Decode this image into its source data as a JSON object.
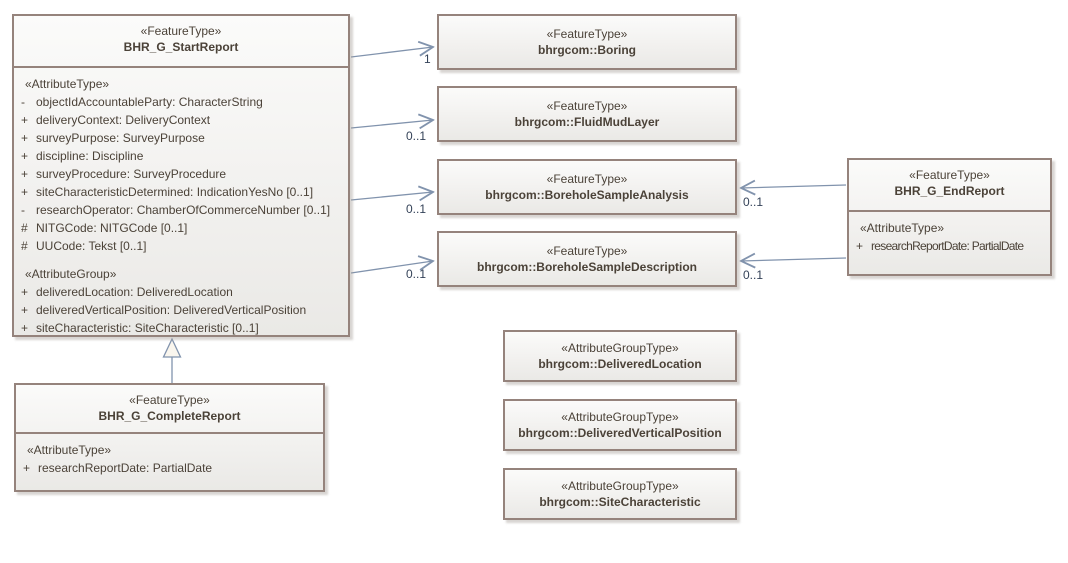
{
  "classes": {
    "start_report": {
      "stereotype": "«FeatureType»",
      "name": "BHR_G_StartReport",
      "attr_label": "«AttributeType»",
      "attributes": [
        {
          "vis": "-",
          "text": "objectIdAccountableParty: CharacterString"
        },
        {
          "vis": "+",
          "text": "deliveryContext: DeliveryContext"
        },
        {
          "vis": "+",
          "text": "surveyPurpose: SurveyPurpose"
        },
        {
          "vis": "+",
          "text": "discipline: Discipline"
        },
        {
          "vis": "+",
          "text": "surveyProcedure: SurveyProcedure"
        },
        {
          "vis": "+",
          "text": "siteCharacteristicDetermined: IndicationYesNo [0..1]"
        },
        {
          "vis": "-",
          "text": "researchOperator: ChamberOfCommerceNumber [0..1]"
        },
        {
          "vis": "#",
          "text": "NITGCode: NITGCode [0..1]"
        },
        {
          "vis": "#",
          "text": "UUCode: Tekst [0..1]"
        }
      ],
      "group_label": "«AttributeGroup»",
      "group_attributes": [
        {
          "vis": "+",
          "text": "deliveredLocation: DeliveredLocation"
        },
        {
          "vis": "+",
          "text": "deliveredVerticalPosition: DeliveredVerticalPosition"
        },
        {
          "vis": "+",
          "text": "siteCharacteristic: SiteCharacteristic [0..1]"
        }
      ]
    },
    "complete_report": {
      "stereotype": "«FeatureType»",
      "name": "BHR_G_CompleteReport",
      "attr_label": "«AttributeType»",
      "attributes": [
        {
          "vis": "+",
          "text": "researchReportDate: PartialDate"
        }
      ]
    },
    "end_report": {
      "stereotype": "«FeatureType»",
      "name": "BHR_G_EndReport",
      "attr_label": "«AttributeType»",
      "attributes": [
        {
          "vis": "+",
          "text": "researchReportDate: PartialDate"
        }
      ]
    },
    "boring": {
      "stereotype": "«FeatureType»",
      "name": "bhrgcom::Boring"
    },
    "fluid_mud_layer": {
      "stereotype": "«FeatureType»",
      "name": "bhrgcom::FluidMudLayer"
    },
    "borehole_sample_analysis": {
      "stereotype": "«FeatureType»",
      "name": "bhrgcom::BoreholeSampleAnalysis"
    },
    "borehole_sample_description": {
      "stereotype": "«FeatureType»",
      "name": "bhrgcom::BoreholeSampleDescription"
    },
    "delivered_location": {
      "stereotype": "«AttributeGroupType»",
      "name": "bhrgcom::DeliveredLocation"
    },
    "delivered_vertical_position": {
      "stereotype": "«AttributeGroupType»",
      "name": "bhrgcom::DeliveredVerticalPosition"
    },
    "site_characteristic": {
      "stereotype": "«AttributeGroupType»",
      "name": "bhrgcom::SiteCharacteristic"
    }
  },
  "multiplicities": {
    "boring": "1",
    "fluid_mud_layer": "0..1",
    "analysis_start": "0..1",
    "description_start": "0..1",
    "analysis_end": "0..1",
    "description_end": "0..1"
  },
  "colors": {
    "box_border": "#95837c",
    "box_fill_top": "#fbfbfa",
    "box_fill_bottom": "#eae9e6",
    "connector": "#8193ad",
    "text": "#4b4238",
    "multiplicity_text": "#344258"
  }
}
